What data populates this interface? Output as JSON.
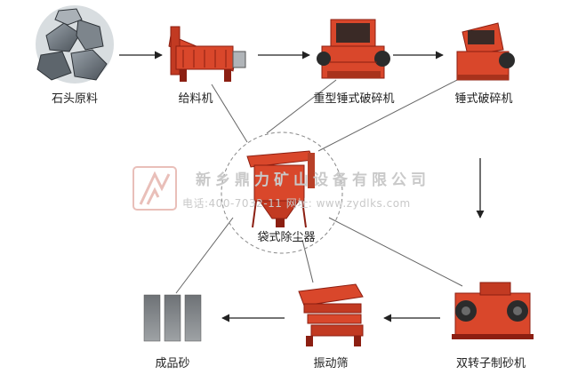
{
  "diagram": {
    "nodes": {
      "raw_stone": "石头原料",
      "feeder": "给料机",
      "heavy_hammer_crusher": "重型锤式破碎机",
      "hammer_crusher": "锤式破碎机",
      "dust_collector": "袋式除尘器",
      "double_rotor_sand_maker": "双转子制砂机",
      "vibrating_screen": "振动筛",
      "finished_sand": "成品砂"
    },
    "watermark": {
      "company": "新乡鼎力矿山设备有限公司",
      "contact": "电话:400-7032-11 网址: www.zydlks.com"
    },
    "colors": {
      "machine_red": "#d9472b",
      "machine_dark": "#8c1f12",
      "arrow": "#222222",
      "connector": "#666666",
      "watermark": "#c9c9c9"
    }
  }
}
